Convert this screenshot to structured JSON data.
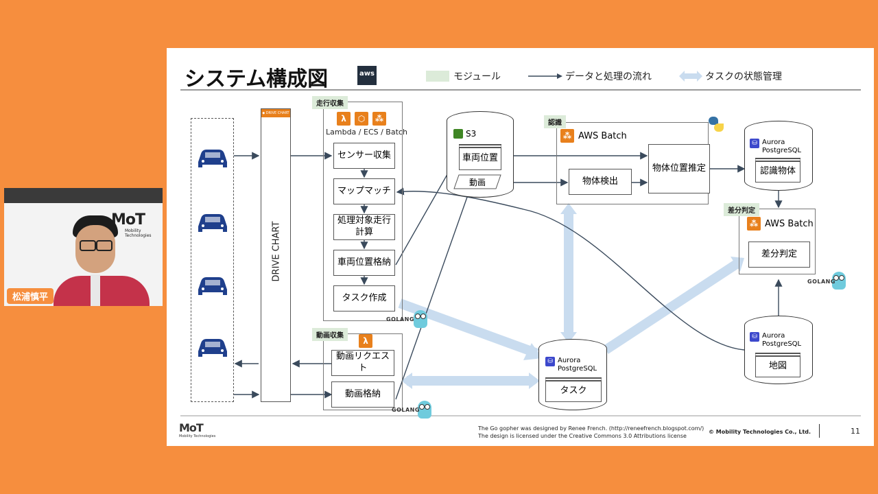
{
  "slide": {
    "title": "システム構成図",
    "aws_logo_text": "aws",
    "legend": {
      "module": "モジュール",
      "data_flow": "データと処理の流れ",
      "task_state": "タスクの状態管理"
    },
    "drive_chart": "DRIVE CHART",
    "drive_chart_header": "◆ DRIVE CHART",
    "groups": {
      "run_collect": {
        "tag": "走行収集",
        "service_label": "Lambda / ECS / Batch",
        "steps": [
          "センサー収集",
          "マップマッチ",
          "処理対象走行計算",
          "車両位置格納",
          "タスク作成"
        ]
      },
      "video_collect": {
        "tag": "動画収集",
        "steps": [
          "動画リクエスト",
          "動画格納"
        ]
      },
      "recognition": {
        "tag": "認識",
        "service": "AWS Batch",
        "detect": "物体検出",
        "estimate": "物体位置推定"
      },
      "diff": {
        "tag": "差分判定",
        "service": "AWS Batch",
        "step": "差分判定"
      }
    },
    "s3": {
      "label": "S3",
      "table": "車両位置",
      "video": "動画"
    },
    "db_recog": {
      "name": "Aurora PostgreSQL",
      "table": "認識物体"
    },
    "db_task": {
      "name": "Aurora PostgreSQL",
      "table": "タスク"
    },
    "db_map": {
      "name": "Aurora PostgreSQL",
      "table": "地図"
    },
    "golang": "GOLANG",
    "footer": {
      "credit_line1": "The Go gopher was designed by Renee French. (http://reneefrench.blogspot.com/)",
      "credit_line2": "The design is licensed under the Creative Commons 3.0 Attributions license",
      "copyright": "© Mobility Technologies Co., Ltd.",
      "page": "11",
      "logo": "MoT",
      "logo_sub": "Mobility Technologies"
    }
  },
  "camera": {
    "logo": "MoT",
    "logo_sub": "Mobility Technologies",
    "name": "松浦慎平"
  },
  "colors": {
    "background": "#F68E3E",
    "aws_orange": "#E8801C",
    "module_green": "#DCEBD9",
    "state_arrow": "#C9DCEF",
    "db_blue": "#3C48CC",
    "car_blue": "#1F3F8C"
  }
}
